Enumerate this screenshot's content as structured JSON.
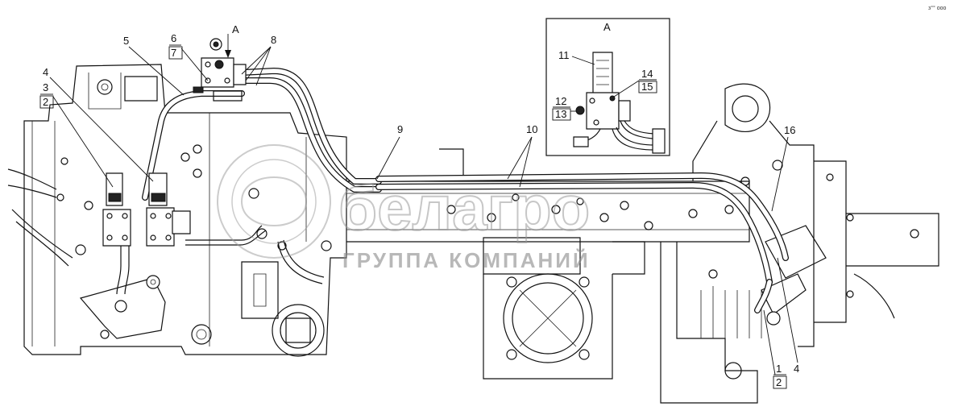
{
  "watermark": {
    "brand": "белагро",
    "subtitle": "ГРУППА КОМПАНИЙ"
  },
  "corner_mark": "з°° ооо",
  "view_label": "А",
  "inset_title": "А",
  "callouts": {
    "c1": "1",
    "c2": "2",
    "c3": "3",
    "c2b": "2",
    "c4": "4",
    "c4b": "4",
    "c5": "5",
    "c6": "6",
    "c7": "7",
    "c8": "8",
    "c9": "9",
    "c10": "10",
    "c11": "11",
    "c12": "12",
    "c13": "13",
    "c14": "14",
    "c15": "15",
    "c16": "16"
  }
}
